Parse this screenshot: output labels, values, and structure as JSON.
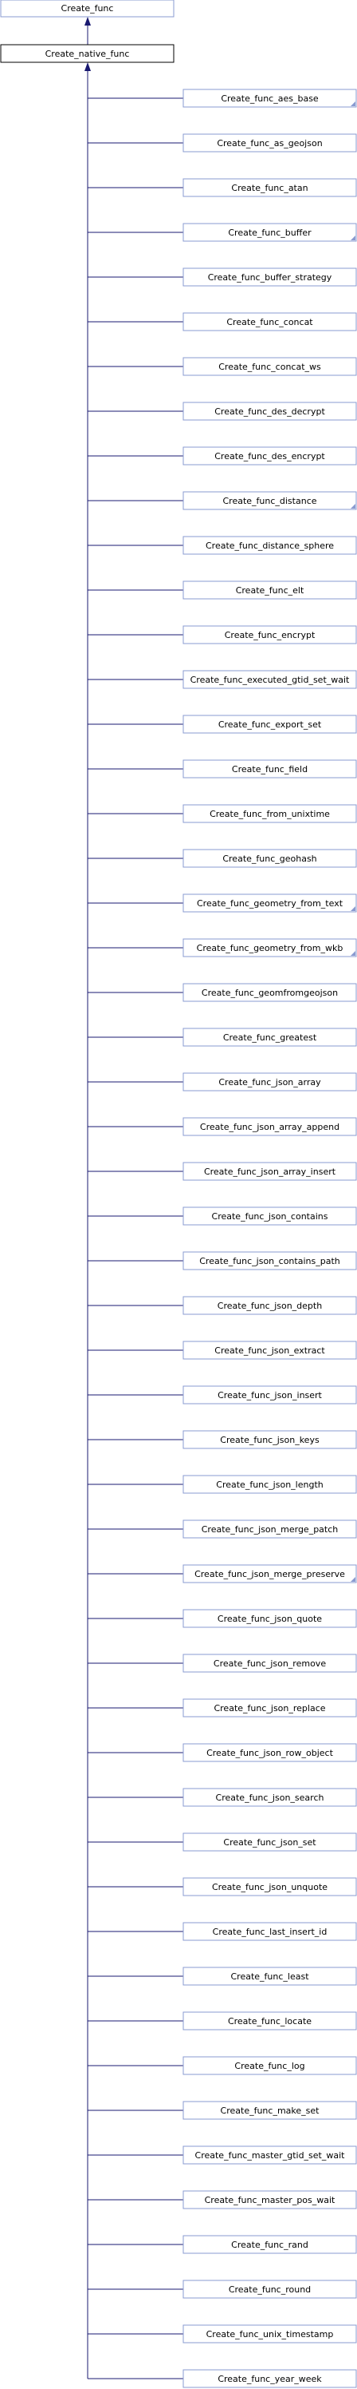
{
  "graph": {
    "base": {
      "label": "Create_func"
    },
    "current": {
      "label": "Create_native_func"
    },
    "children": [
      {
        "label": "Create_func_aes_base",
        "has_more": true
      },
      {
        "label": "Create_func_as_geojson",
        "has_more": false
      },
      {
        "label": "Create_func_atan",
        "has_more": false
      },
      {
        "label": "Create_func_buffer",
        "has_more": true
      },
      {
        "label": "Create_func_buffer_strategy",
        "has_more": false
      },
      {
        "label": "Create_func_concat",
        "has_more": false
      },
      {
        "label": "Create_func_concat_ws",
        "has_more": false
      },
      {
        "label": "Create_func_des_decrypt",
        "has_more": false
      },
      {
        "label": "Create_func_des_encrypt",
        "has_more": false
      },
      {
        "label": "Create_func_distance",
        "has_more": true
      },
      {
        "label": "Create_func_distance_sphere",
        "has_more": false
      },
      {
        "label": "Create_func_elt",
        "has_more": false
      },
      {
        "label": "Create_func_encrypt",
        "has_more": false
      },
      {
        "label": "Create_func_executed_gtid_set_wait",
        "has_more": false
      },
      {
        "label": "Create_func_export_set",
        "has_more": false
      },
      {
        "label": "Create_func_field",
        "has_more": false
      },
      {
        "label": "Create_func_from_unixtime",
        "has_more": false
      },
      {
        "label": "Create_func_geohash",
        "has_more": false
      },
      {
        "label": "Create_func_geometry_from_text",
        "has_more": true
      },
      {
        "label": "Create_func_geometry_from_wkb",
        "has_more": true
      },
      {
        "label": "Create_func_geomfromgeojson",
        "has_more": false
      },
      {
        "label": "Create_func_greatest",
        "has_more": false
      },
      {
        "label": "Create_func_json_array",
        "has_more": false
      },
      {
        "label": "Create_func_json_array_append",
        "has_more": false
      },
      {
        "label": "Create_func_json_array_insert",
        "has_more": false
      },
      {
        "label": "Create_func_json_contains",
        "has_more": false
      },
      {
        "label": "Create_func_json_contains_path",
        "has_more": false
      },
      {
        "label": "Create_func_json_depth",
        "has_more": false
      },
      {
        "label": "Create_func_json_extract",
        "has_more": false
      },
      {
        "label": "Create_func_json_insert",
        "has_more": false
      },
      {
        "label": "Create_func_json_keys",
        "has_more": false
      },
      {
        "label": "Create_func_json_length",
        "has_more": false
      },
      {
        "label": "Create_func_json_merge_patch",
        "has_more": false
      },
      {
        "label": "Create_func_json_merge_preserve",
        "has_more": true
      },
      {
        "label": "Create_func_json_quote",
        "has_more": false
      },
      {
        "label": "Create_func_json_remove",
        "has_more": false
      },
      {
        "label": "Create_func_json_replace",
        "has_more": false
      },
      {
        "label": "Create_func_json_row_object",
        "has_more": false
      },
      {
        "label": "Create_func_json_search",
        "has_more": false
      },
      {
        "label": "Create_func_json_set",
        "has_more": false
      },
      {
        "label": "Create_func_json_unquote",
        "has_more": false
      },
      {
        "label": "Create_func_last_insert_id",
        "has_more": false
      },
      {
        "label": "Create_func_least",
        "has_more": false
      },
      {
        "label": "Create_func_locate",
        "has_more": false
      },
      {
        "label": "Create_func_log",
        "has_more": false
      },
      {
        "label": "Create_func_make_set",
        "has_more": false
      },
      {
        "label": "Create_func_master_gtid_set_wait",
        "has_more": false
      },
      {
        "label": "Create_func_master_pos_wait",
        "has_more": false
      },
      {
        "label": "Create_func_rand",
        "has_more": false
      },
      {
        "label": "Create_func_round",
        "has_more": false
      },
      {
        "label": "Create_func_unix_timestamp",
        "has_more": false
      },
      {
        "label": "Create_func_year_week",
        "has_more": false
      }
    ]
  }
}
